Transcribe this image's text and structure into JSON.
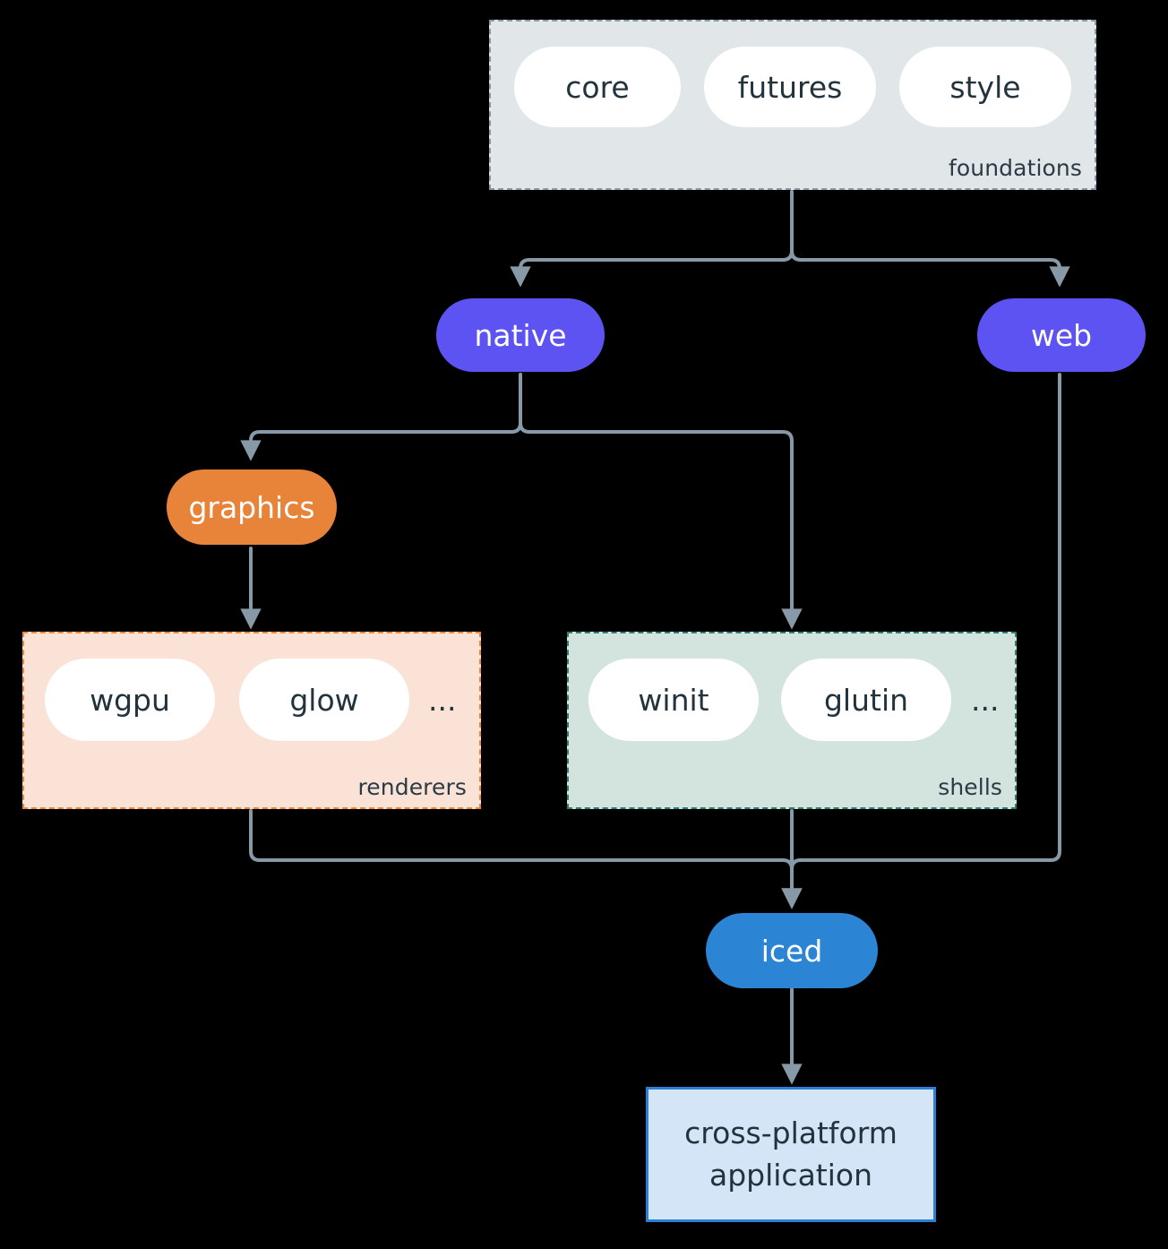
{
  "diagram": {
    "type": "flowchart",
    "direction": "top-down",
    "background": "#000000",
    "edge_color": "#8799a6",
    "clusters": [
      {
        "id": "foundations",
        "label": "foundations",
        "fill": "#e1e6e9",
        "border": "#8799a6",
        "border_style": "dashed",
        "nodes": [
          {
            "id": "core",
            "label": "core"
          },
          {
            "id": "futures",
            "label": "futures"
          },
          {
            "id": "style",
            "label": "style"
          }
        ]
      },
      {
        "id": "renderers",
        "label": "renderers",
        "fill": "#fae3d6",
        "border": "#ef8733",
        "border_style": "dashed",
        "nodes": [
          {
            "id": "wgpu",
            "label": "wgpu"
          },
          {
            "id": "glow",
            "label": "glow"
          }
        ],
        "more": "..."
      },
      {
        "id": "shells",
        "label": "shells",
        "fill": "#d3e4df",
        "border": "#2e7d72",
        "border_style": "dashed",
        "nodes": [
          {
            "id": "winit",
            "label": "winit"
          },
          {
            "id": "glutin",
            "label": "glutin"
          }
        ],
        "more": "..."
      }
    ],
    "nodes": [
      {
        "id": "native",
        "label": "native",
        "fill": "#5d52f2",
        "text": "#ffffff",
        "shape": "pill"
      },
      {
        "id": "web",
        "label": "web",
        "fill": "#5d52f2",
        "text": "#ffffff",
        "shape": "pill"
      },
      {
        "id": "graphics",
        "label": "graphics",
        "fill": "#e8833a",
        "text": "#ffffff",
        "shape": "pill"
      },
      {
        "id": "iced",
        "label": "iced",
        "fill": "#2b85d4",
        "text": "#ffffff",
        "shape": "pill"
      },
      {
        "id": "application",
        "label_line1": "cross-platform",
        "label_line2": "application",
        "fill": "#d3e5f7",
        "border": "#2b7fd4",
        "text": "#22333d",
        "shape": "rect"
      }
    ],
    "edges": [
      {
        "from": "foundations",
        "to": "native"
      },
      {
        "from": "foundations",
        "to": "web"
      },
      {
        "from": "native",
        "to": "graphics"
      },
      {
        "from": "native",
        "to": "shells"
      },
      {
        "from": "graphics",
        "to": "renderers"
      },
      {
        "from": "renderers",
        "to": "iced"
      },
      {
        "from": "shells",
        "to": "iced"
      },
      {
        "from": "web",
        "to": "iced"
      },
      {
        "from": "iced",
        "to": "application"
      }
    ]
  }
}
